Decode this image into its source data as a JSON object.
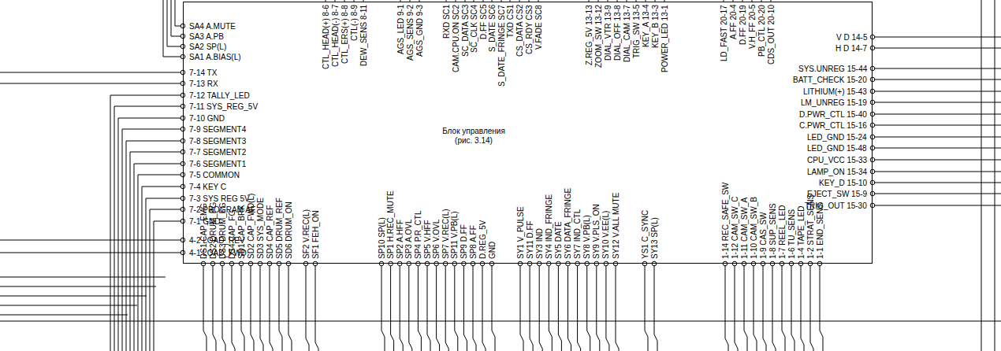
{
  "diagram": {
    "nodes": [
      {
        "text": [
          "Блок управления (рис. 3.14)"
        ]
      }
    ],
    "labels": [
      "SA4 A.MUTE",
      "SA3 A.PB",
      "SA2 SP(L)",
      "SA1 A.BIAS(L)",
      "7-14 TX",
      "7-13 RX",
      "7-12 TALLY_LED",
      "7-11 SYS_REG_5V",
      "7-10 GND",
      "7-9 SEGMENT4",
      "7-8 SEGMENT3",
      "7-7 SEGMENT2",
      "7-6 SEGMENT1",
      "7-5 COMMON",
      "7-4 KEY C",
      "7-3 SYS REG 5V",
      "7-2 PROGRAM AE",
      "7-1 GND",
      "4-2 LOAD_REV",
      "4-1 LOAD_FWD",
      "CTL_HEAD(+) 8-6",
      "CTL_HEAD(-) 8-7",
      "CTL_ERS(+) 8-8",
      "CTL(-) 8-9",
      "DEW_SENS 8-11",
      "AGS_LED 9-1",
      "AGS_SENS 9-2",
      "AGS_GND 9-3",
      "RXD SC1",
      "CAM.CPU.ON SC2",
      "SC_DATA SC3",
      "SC_CLK SC4",
      "D.FF SC5",
      "S_DATE SC6",
      "S_DATE_FRINGE SC7",
      "TXD CS1",
      "CS_DATA CS2",
      "CS_RDY CS3",
      "V.FADE SC8",
      "Z.REG_5V 13-13",
      "ZOOM_SW 13-12",
      "DIAL_VTR 13-9",
      "DIAL_OFF 13-8",
      "DIAL_CAM 13-7",
      "TRIG_SW 13-5",
      "KEY_A 13-4",
      "KEY_B 13-3",
      "POWER_LED 13-1",
      "LD_FAST 20-17",
      "A.FF 20-4",
      "D.FF 20-19",
      "V.H_FF 20-5",
      "PB_CTL 20-20",
      "CDS_OUT 20-10",
      "V D 14-5",
      "H D 14-7",
      "SYS.UNREG 15-44",
      "BATT_CHECK 15-20",
      "LITHIUM(+) 15-43",
      "LM_UNREG 15-19",
      "D.PWR_CTL 15-40",
      "C.PWR_CTL 15-16",
      "LED_GND 15-24",
      "LED_GND 15-48",
      "CPU_VCC 15-33",
      "LAMP_ON 15-34",
      "KEY_D 15-10",
      "EJECT_SW 15-9",
      "TRIG_OUT 15-30",
      "DS1 CAP_EMG",
      "DS2 DRUM_PG",
      "DS3 DRUM_FG",
      "DS4 CAP_FG",
      "SD1 CAP_BRK",
      "SD2 CAP_FWD(L)",
      "SD3 SYS_MODE",
      "SD4 CAP_REF",
      "SD5 DRUM_REF",
      "SD6 DRUM_ON",
      "SF2 V.REC(L)",
      "SF1 FEH_ON",
      "SP10 SP(L)",
      "SP1 H.REC_MUTE",
      "SP2 A.HFF",
      "SP3 A.OVL",
      "SP4 P.R_CTL",
      "SP5 V.HFF",
      "SP6 V.OVL",
      "SP7 V.REC(L)",
      "SP11 V.PB(L)",
      "SP9 D.FF",
      "SP8 A.FF",
      "D.REG_5V",
      "GND",
      "SY1 V_PULSE",
      "SY11 D.FF",
      "SY3 IND",
      "SY4 IND_FRINGE",
      "SY5 DATE",
      "SY6 DATA_FRINGE",
      "SY7 IND_CTL",
      "SY8 V.PB(L)",
      "SY9 V.PLS_ON",
      "SY10 V.EE(L)",
      "SY12 V.ALL MUTE",
      "YS1 C_SYNC",
      "SY13 SP(L)",
      "1-14 REC_SAFE_SW",
      "1-12 CAM_SW_C",
      "1-11 CAM_SW_A",
      "1-10 CAM_SW_B",
      "1-9 CAS_SW",
      "1-8 SUP_SENS",
      "1-7 REEL_LED",
      "1-6 TU_SENS",
      "1-4 TAPE_LED",
      "1-2 STRAT_SENS",
      "1-1 END_SENS"
    ]
  }
}
